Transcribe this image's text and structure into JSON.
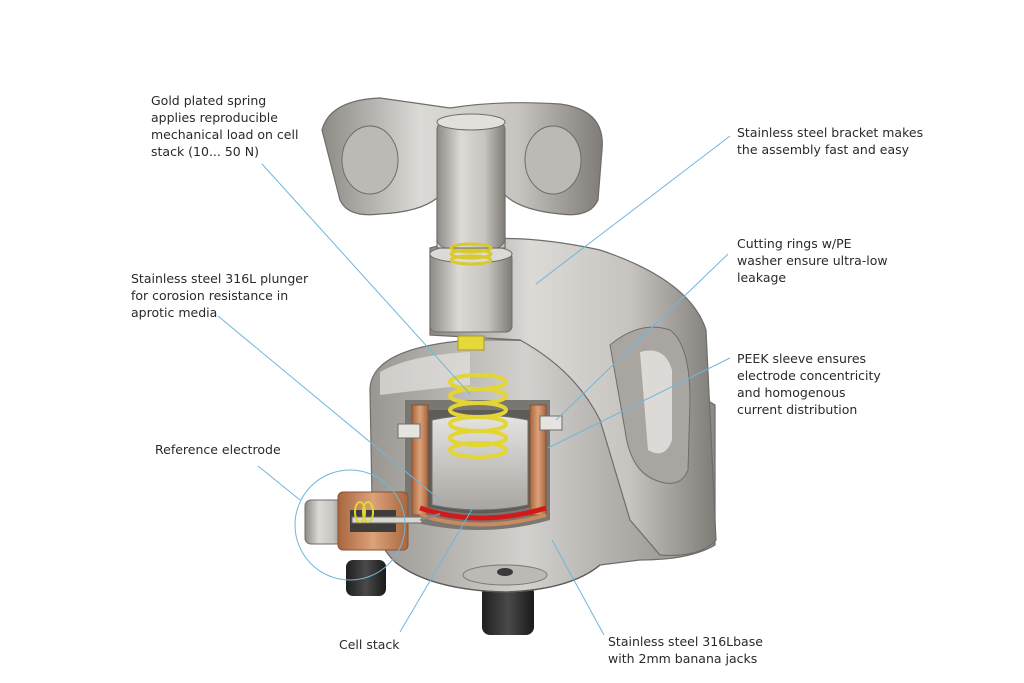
{
  "callouts": {
    "spring": {
      "lines": [
        "Gold plated spring",
        "applies reproducible",
        "mechanical load on cell",
        "stack (10... 50 N)"
      ]
    },
    "bracket": {
      "lines": [
        "Stainless steel bracket makes",
        "the assembly fast and easy"
      ]
    },
    "cutting_rings": {
      "lines": [
        "Cutting rings w/PE",
        "washer ensure ultra-low",
        "leakage"
      ]
    },
    "plunger": {
      "lines": [
        "Stainless steel 316L plunger",
        "for corosion resistance in",
        "aprotic media"
      ]
    },
    "peek_sleeve": {
      "lines": [
        "PEEK sleeve ensures",
        "electrode concentricity",
        "and homogenous",
        "current distribution"
      ]
    },
    "reference_electrode": {
      "lines": [
        "Reference electrode"
      ]
    },
    "cell_stack": {
      "lines": [
        "Cell stack"
      ]
    },
    "base": {
      "lines": [
        "Stainless steel 316Lbase",
        "with 2mm banana jacks"
      ]
    }
  },
  "colors": {
    "leader_line": "#6fb7dc",
    "steel_light": "#d9d7d4",
    "steel_mid": "#b9b6b2",
    "steel_dark": "#6f6c69",
    "spring_gold": "#e5d838",
    "copper": "#c98a5e",
    "separator_red": "#d11a1a",
    "label_text": "#2a2a2a"
  }
}
